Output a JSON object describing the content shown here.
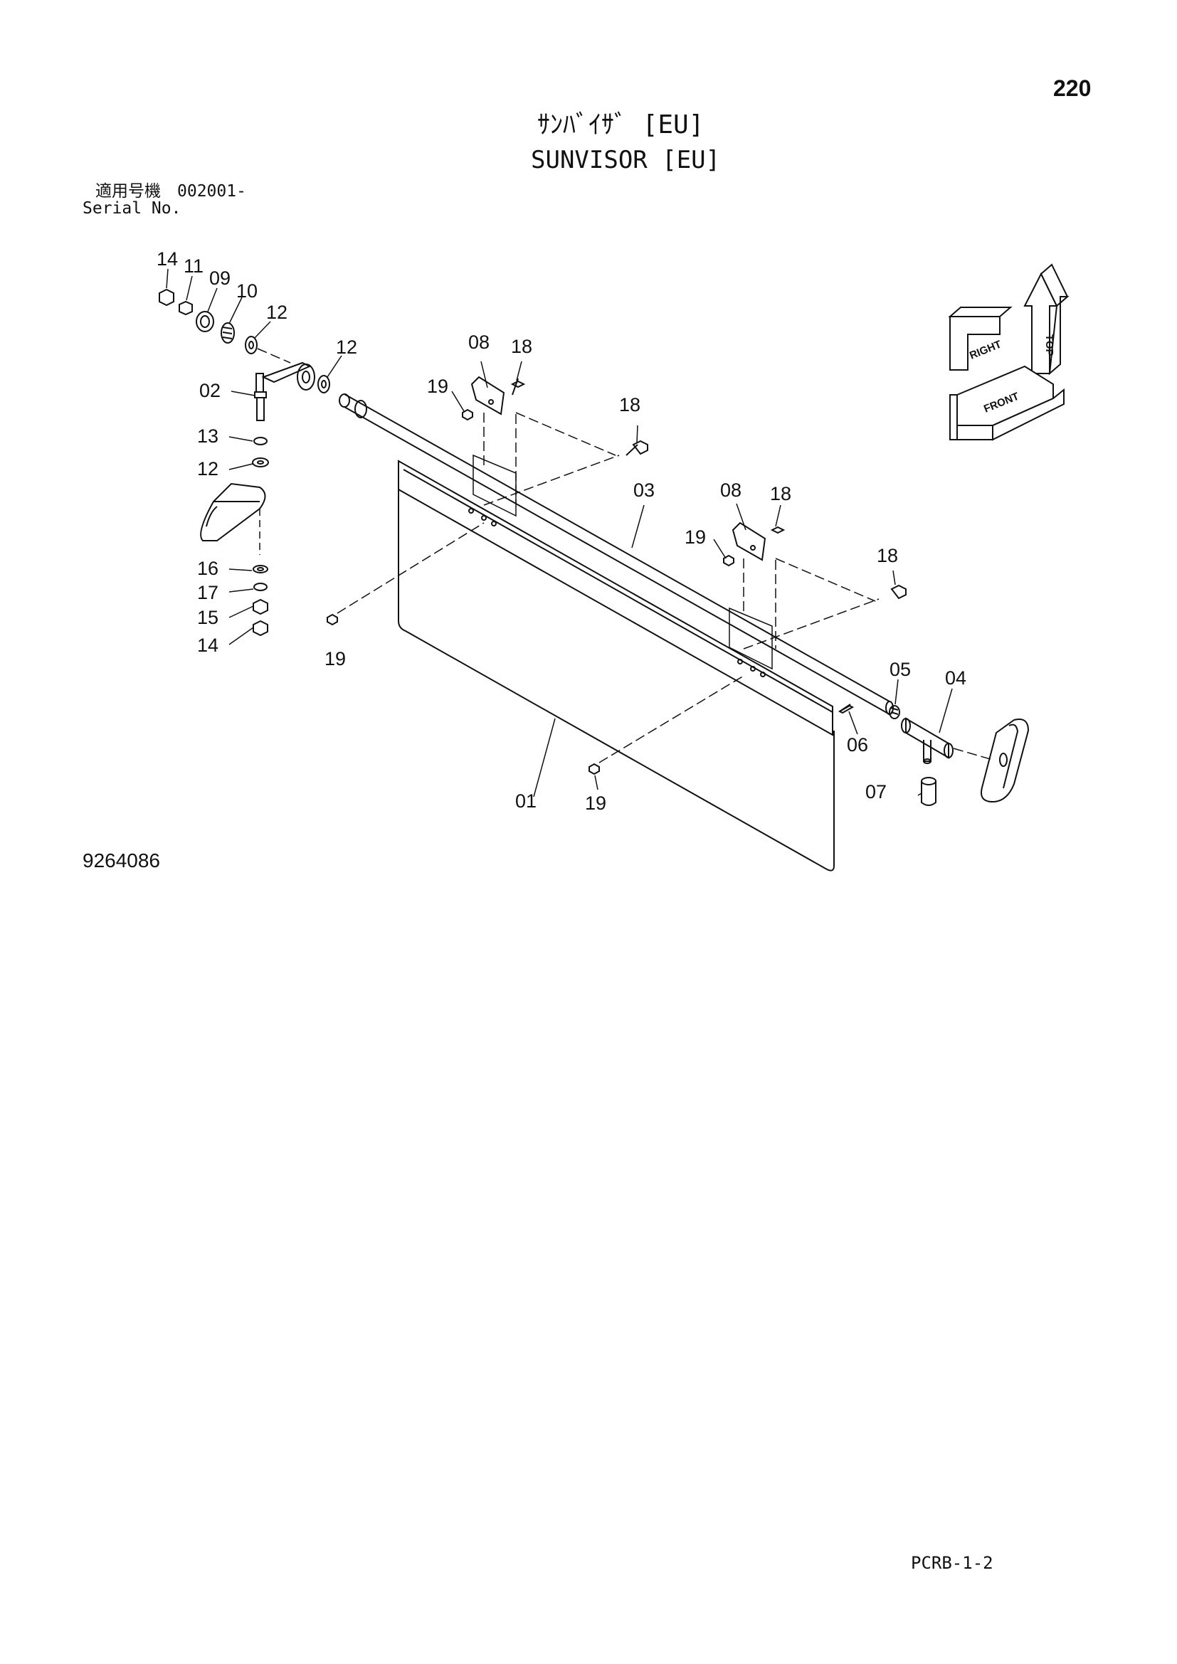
{
  "header": {
    "page_number": "220",
    "title_jp": "ｻﾝﾊﾞｲｻﾞ [EU]",
    "title_en": "SUNVISOR [EU]",
    "serial_label_jp": "適用号機　002001-",
    "serial_label_en": "Serial No."
  },
  "footer": {
    "drawing_number": "9264086",
    "page_code": "PCRB-1-2"
  },
  "orientation": {
    "top": "TOP",
    "right": "RIGHT",
    "front": "FRONT"
  },
  "callouts": {
    "c14a": "14",
    "c11": "11",
    "c09": "09",
    "c10": "10",
    "c12a": "12",
    "c12b": "12",
    "c02": "02",
    "c13": "13",
    "c12c": "12",
    "c16": "16",
    "c17": "17",
    "c15": "15",
    "c14b": "14",
    "c19a": "19",
    "c08a": "08",
    "c18a": "18",
    "c18b": "18",
    "c03": "03",
    "c08b": "08",
    "c18c": "18",
    "c19b": "19",
    "c18d": "18",
    "c19c": "19",
    "c05": "05",
    "c04": "04",
    "c06": "06",
    "c01": "01",
    "c19d": "19",
    "c07": "07"
  }
}
